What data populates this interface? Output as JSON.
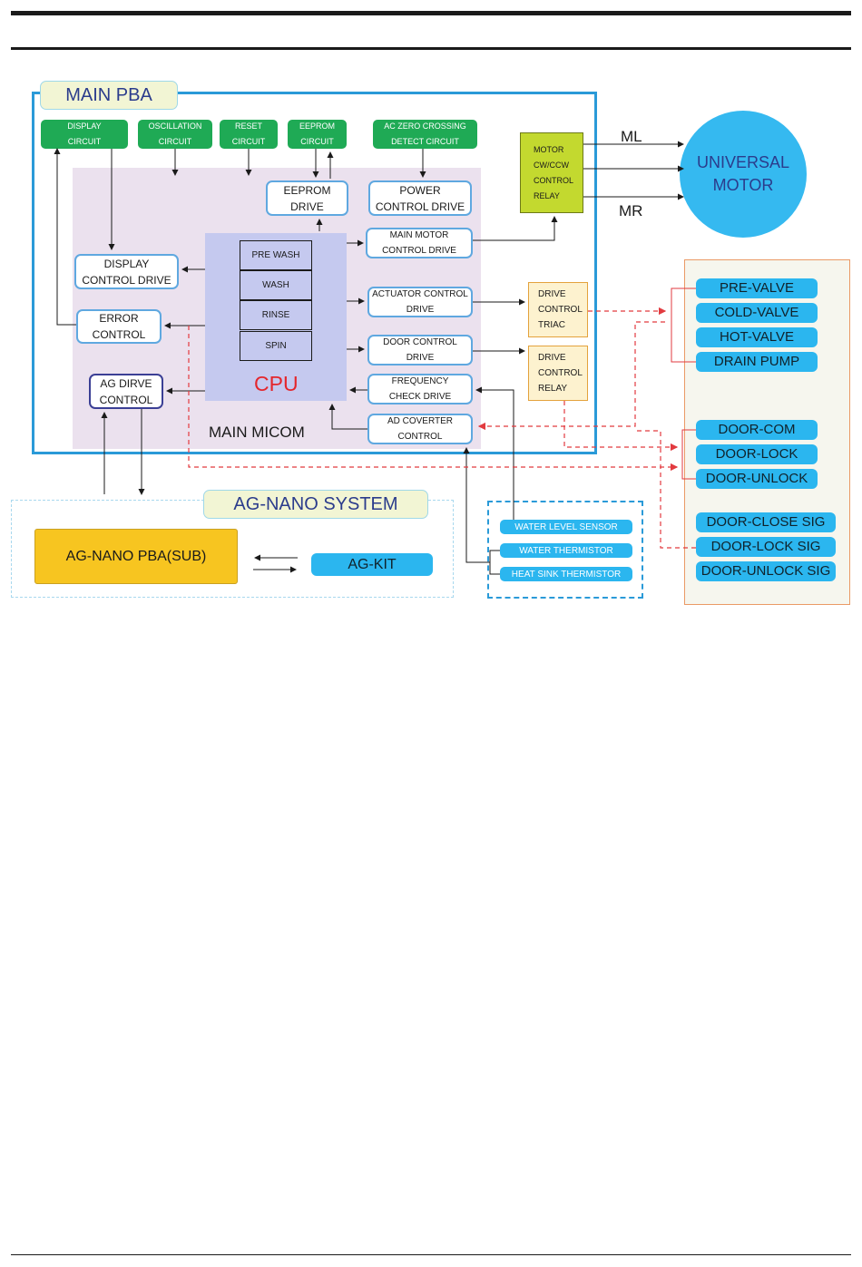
{
  "main_pba": {
    "title": "MAIN  PBA",
    "micom_label": "MAIN  MICOM",
    "cpu_label": "CPU",
    "cpu_stages": [
      "PRE  WASH",
      "WASH",
      "RINSE",
      "SPIN"
    ],
    "top_circuits": {
      "display": "DISPLAY\nCIRCUIT",
      "oscillation": "OSCILLATION\nCIRCUIT",
      "reset": "RESET\nCIRCUIT",
      "eeprom": "EEPROM\nCIRCUIT",
      "ac_zero": "AC  ZERO  CROSSING\nDETECT  CIRCUIT"
    },
    "drives": {
      "eeprom_drive": "EEPROM\nDRIVE",
      "power_control": "POWER\nCONTROL  DRIVE",
      "main_motor": "MAIN  MOTOR\nCONTROL  DRIVE",
      "display_control": "DISPLAY\nCONTROL  DRIVE",
      "actuator_control": "ACTUATOR  CONTROL\nDRIVE",
      "error_control": "ERROR\nCONTROL",
      "door_control": "DOOR  CONTROL\nDRIVE",
      "ag_drive": "AG  DIRVE\nCONTROL",
      "frequency_check": "FREQUENCY\nCHECK  DRIVE",
      "ad_converter": "AD  COVERTER\nCONTROL"
    }
  },
  "relays": {
    "motor_relay": "MOTOR\nCW/CCW\nCONTROL\nRELAY",
    "drive_triac": "DRIVE\nCONTROL\nTRIAC",
    "drive_relay": "DRIVE\nCONTROL\nRELAY"
  },
  "motor": {
    "label": "UNIVERSAL\nMOTOR",
    "ml": "ML",
    "mr": "MR"
  },
  "valves": [
    "PRE-VALVE",
    "COLD-VALVE",
    "HOT-VALVE",
    "DRAIN  PUMP"
  ],
  "door_outputs": [
    "DOOR-COM",
    "DOOR-LOCK",
    "DOOR-UNLOCK"
  ],
  "door_signals": [
    "DOOR-CLOSE  SIG",
    "DOOR-LOCK  SIG",
    "DOOR-UNLOCK  SIG"
  ],
  "sensors": [
    "WATER  LEVEL  SENSOR",
    "WATER  THERMISTOR",
    "HEAT  SINK  THERMISTOR"
  ],
  "ag_nano": {
    "title": "AG-NANO  SYSTEM",
    "pba": "AG-NANO  PBA(SUB)",
    "kit": "AG-KIT"
  },
  "colors": {
    "main_pba_border": "#2a9ad8",
    "micom_bg": "#ebe1ee",
    "cpu_bg": "#c5c9ef",
    "cpu_text": "#e4262c",
    "green": "#1faa55",
    "cyan": "#2bb6ef",
    "motor": "#35b9f0",
    "relay_green": "#c3d92f",
    "dashed_red": "#e23a3f"
  }
}
